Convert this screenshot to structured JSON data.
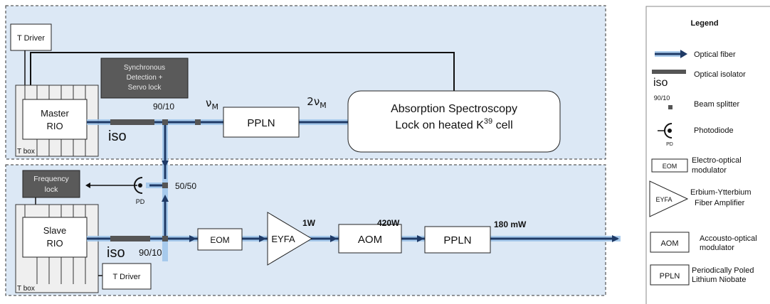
{
  "labels": {
    "t_driver_top": "T Driver",
    "t_driver_bottom": "T Driver",
    "master_line1": "Master",
    "master_line2": "RIO",
    "slave_line1": "Slave",
    "slave_line2": "RIO",
    "t_box_top": "T box",
    "t_box_bottom": "T box",
    "sync_line1": "Synchronous",
    "sync_line2": "Detection +",
    "sync_line3": "Servo lock",
    "freq_line1": "Frequency",
    "freq_line2": "lock",
    "iso_top": "iso",
    "iso_bottom": "iso",
    "split_top": "90/10",
    "split_bottom": "90/10",
    "split_mid": "50/50",
    "nu_m": "νM",
    "two_nu_m": "2νM",
    "ppln_top": "PPLN",
    "ppln_bottom": "PPLN",
    "absorption_line1": "Absorption Spectroscopy",
    "absorption_line2": "Lock on heated K39 cell",
    "pd": "PD",
    "eom": "EOM",
    "eyfa": "EYFA",
    "aom": "AOM",
    "power_1w": "1W",
    "power_420w": "420W",
    "power_180mw": "180 mW"
  },
  "legend": {
    "title": "Legend",
    "items": {
      "optical_fiber": "Optical fiber",
      "iso_symbol": "iso",
      "optical_isolator": "Optical isolator",
      "splitter_symbol": "90/10",
      "beam_splitter": "Beam splitter",
      "photodiode": "Photodiode",
      "pd_symbol": "PD",
      "eom_symbol": "EOM",
      "eom_line1": "Electro-optical",
      "eom_line2": "modulator",
      "eyfa_symbol": "EYFA",
      "eyfa_line1": "Erbium-Ytterbium",
      "eyfa_line2": "Fiber Amplifier",
      "aom_symbol": "AOM",
      "aom_line1": "Accousto-optical",
      "aom_line2": "modulator",
      "ppln_symbol": "PPLN",
      "ppln_line1": "Periodically Poled",
      "ppln_line2": "Lithium Niobate"
    }
  },
  "colors": {
    "region_fill": "#dce8f5",
    "fiber_core": "#1f3a66",
    "fiber_glow": "#9ec4ea",
    "dark_box": "#5a5a5a"
  }
}
